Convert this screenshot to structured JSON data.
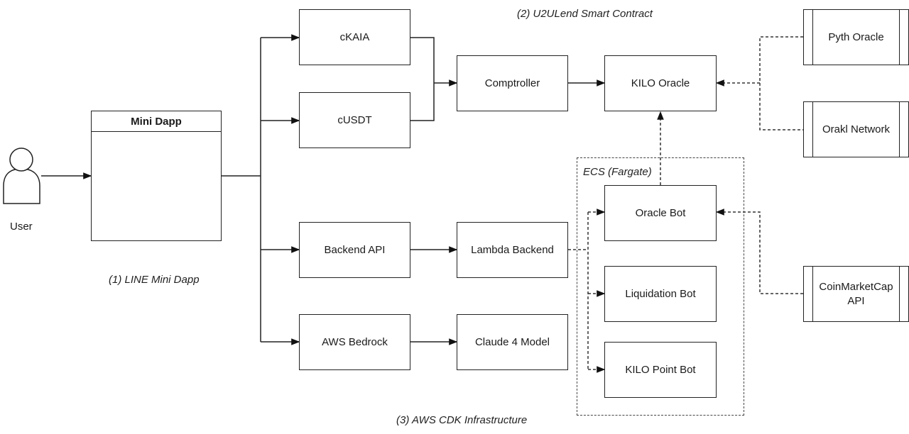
{
  "diagram": {
    "actor": {
      "label": "User",
      "icon": "person-icon"
    },
    "mini_dapp": {
      "title": "Mini Dapp"
    },
    "captions": {
      "line_mini_dapp": "(1) LINE Mini Dapp",
      "smart_contract": "(2) U2ULend Smart Contract",
      "aws_cdk": "(3) AWS CDK Infrastructure",
      "ecs": "ECS (Fargate)"
    },
    "nodes": {
      "ckaia": "cKAIA",
      "cusdt": "cUSDT",
      "comptroller": "Comptroller",
      "kilo_oracle": "KILO Oracle",
      "pyth_oracle": "Pyth Oracle",
      "orakl_network": "Orakl Network",
      "backend_api": "Backend API",
      "lambda_backend": "Lambda Backend",
      "aws_bedrock": "AWS Bedrock",
      "claude_model": "Claude 4 Model",
      "oracle_bot": "Oracle Bot",
      "liquidation_bot": "Liquidation Bot",
      "kilo_point_bot": "KILO Point Bot",
      "coinmarketcap": "CoinMarketCap API"
    },
    "edges": [
      {
        "from": "User",
        "to": "Mini Dapp",
        "style": "solid"
      },
      {
        "from": "Mini Dapp",
        "to": "cKAIA",
        "style": "solid"
      },
      {
        "from": "Mini Dapp",
        "to": "cUSDT",
        "style": "solid"
      },
      {
        "from": "Mini Dapp",
        "to": "Backend API",
        "style": "solid"
      },
      {
        "from": "Mini Dapp",
        "to": "AWS Bedrock",
        "style": "solid"
      },
      {
        "from": "cKAIA",
        "to": "Comptroller",
        "style": "solid"
      },
      {
        "from": "cUSDT",
        "to": "Comptroller",
        "style": "solid"
      },
      {
        "from": "Comptroller",
        "to": "KILO Oracle",
        "style": "solid"
      },
      {
        "from": "Pyth Oracle",
        "to": "KILO Oracle",
        "style": "dashed"
      },
      {
        "from": "Orakl Network",
        "to": "KILO Oracle",
        "style": "dashed"
      },
      {
        "from": "Backend API",
        "to": "Lambda Backend",
        "style": "solid"
      },
      {
        "from": "AWS Bedrock",
        "to": "Claude 4 Model",
        "style": "solid"
      },
      {
        "from": "Lambda Backend",
        "to": "Oracle Bot",
        "style": "dashed"
      },
      {
        "from": "Lambda Backend",
        "to": "Liquidation Bot",
        "style": "dashed"
      },
      {
        "from": "Lambda Backend",
        "to": "KILO Point Bot",
        "style": "dashed"
      },
      {
        "from": "Oracle Bot",
        "to": "KILO Oracle",
        "style": "dashed"
      },
      {
        "from": "CoinMarketCap API",
        "to": "Oracle Bot",
        "style": "dashed"
      }
    ]
  }
}
